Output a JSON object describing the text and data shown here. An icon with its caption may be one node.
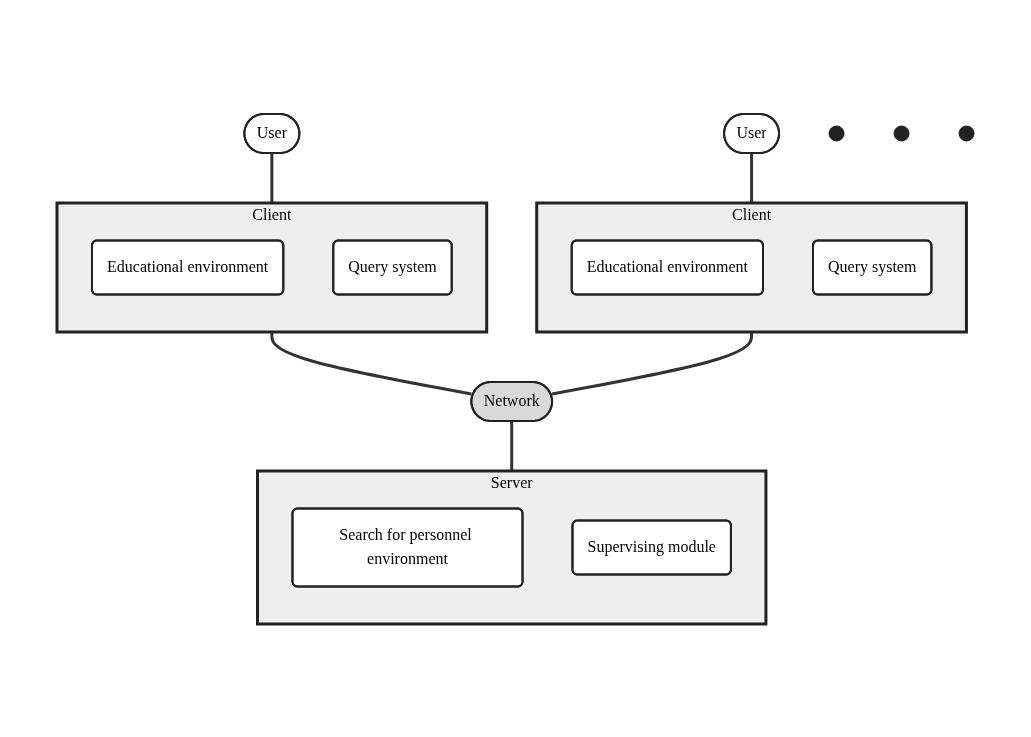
{
  "diagram": {
    "nodes": [
      {
        "text": [
          "User"
        ]
      },
      {
        "text": [
          "User"
        ]
      },
      {
        "text": [
          "Client"
        ]
      },
      {
        "text": [
          "Educational environment"
        ],
        "in": 2
      },
      {
        "text": [
          "Query system"
        ],
        "in": 2
      },
      {
        "text": [],
        "shape": "circle"
      },
      {
        "text": [],
        "shape": "circle"
      },
      {
        "text": [],
        "shape": "circle"
      },
      {
        "text": [
          "Client"
        ]
      },
      {
        "text": [
          "Educational environment"
        ],
        "in": 8
      },
      {
        "text": [
          "Query system"
        ],
        "in": 8
      },
      {
        "text": [
          "Network"
        ]
      },
      {
        "text": [
          "Server"
        ]
      },
      {
        "text": [
          "Search for personnel environment"
        ],
        "in": 12
      },
      {
        "text": [
          "Supervising module"
        ],
        "in": 12
      }
    ],
    "edges": [
      {
        "from": 0,
        "to": 2,
        "arrow": "none"
      },
      {
        "from": 1,
        "to": 8,
        "arrow": "none"
      },
      {
        "from": 2,
        "to": 11,
        "arrow": "none"
      },
      {
        "from": 8,
        "to": 11,
        "arrow": "none"
      },
      {
        "from": 11,
        "to": 12,
        "arrow": "none"
      }
    ]
  }
}
